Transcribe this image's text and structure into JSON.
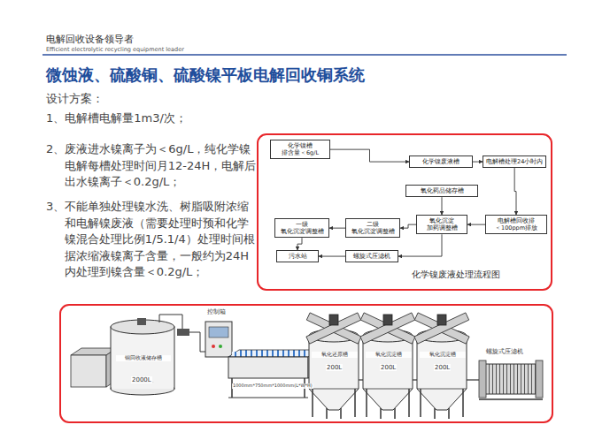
{
  "diagram": {
    "title": "微蚀液、硫酸铜、硫酸镍平板电解回收铜系统",
    "caption": "化学镍废液处理流程图",
    "nodes": [
      {
        "text": [
          "化学镍槽",
          "排含量＜6g/L"
        ]
      },
      {
        "text": [
          "化学镍废液槽"
        ]
      },
      {
        "text": [
          "电解槽处理24小时内"
        ]
      },
      {
        "text": [
          "氧化药品储存槽"
        ]
      },
      {
        "text": [
          "电解槽回收排",
          "＜100ppm排放"
        ]
      },
      {
        "text": [
          "氧化沉淀",
          "加药调整槽"
        ]
      },
      {
        "text": [
          "二级",
          "氧化沉淀调整槽"
        ]
      },
      {
        "text": [
          "一级",
          "氧化沉淀调整槽"
        ]
      },
      {
        "text": [
          "污水站"
        ]
      },
      {
        "text": [
          "螺旋式压滤机"
        ]
      }
    ],
    "edges": [
      {
        "from": 0,
        "to": 1,
        "arrow": "to"
      },
      {
        "from": 1,
        "to": 2,
        "arrow": "to"
      },
      {
        "from": 2,
        "to": 4,
        "arrow": "to"
      },
      {
        "from": 4,
        "to": 5,
        "arrow": "to"
      },
      {
        "from": 3,
        "to": 5,
        "arrow": "to"
      },
      {
        "from": 5,
        "to": 6,
        "arrow": "to"
      },
      {
        "from": 6,
        "to": 7,
        "arrow": "to"
      },
      {
        "from": 5,
        "to": 9,
        "arrow": "to"
      },
      {
        "from": 9,
        "to": 8,
        "arrow": "to"
      },
      {
        "from": 7,
        "to": 8,
        "arrow": "to"
      }
    ],
    "labels": [
      "电解回收设备领导者",
      "Efficient electrolytic recycling equipment leader",
      "设计方案：",
      "1、电解槽电解量1m3/次；",
      "2、废液进水镍离子为＜6g/L，纯化学镍电解每槽处理时间月12-24H，电解后出水镍离子＜0.2g/L；",
      "3、不能单独处理镍水洗、树脂吸附浓缩和电解镍废液（需要处理时预和化学镍混合处理比例1/5.1/4）处理时间根据浓缩液镍离子含量，一般约为24H内处理到镍含量＜0.2g/L；",
      "铜回收液储存槽",
      "2000L",
      "控制箱",
      "1000mm*750mm*1000mm(L*W*H)",
      "氧化还原槽",
      "200L",
      "氧化沉淀槽",
      "200L",
      "氧化沉淀槽",
      "200L",
      "螺旋式压滤机"
    ]
  }
}
